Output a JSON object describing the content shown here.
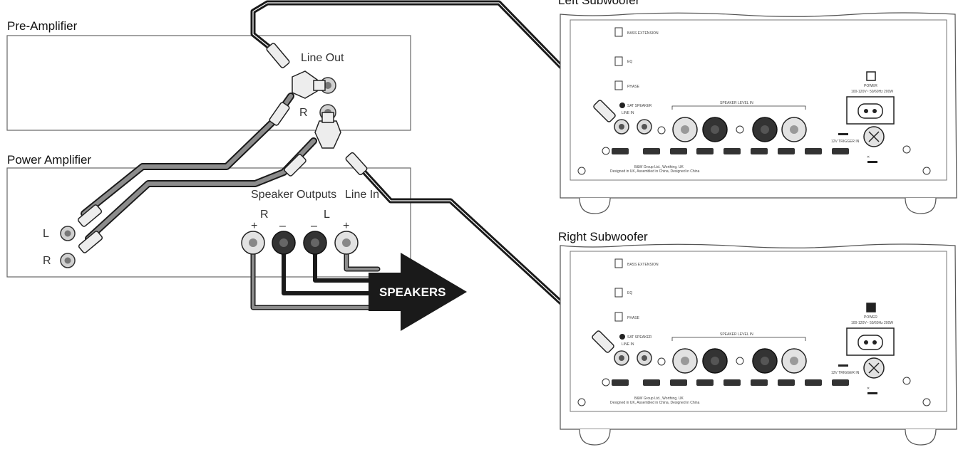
{
  "pre_amp": {
    "title": "Pre-Amplifier",
    "line_out": "Line Out",
    "r": "R"
  },
  "power_amp": {
    "title": "Power Amplifier",
    "speaker_outputs": "Speaker Outputs",
    "line_in": "Line In",
    "r": "R",
    "l": "L",
    "in_l": "L",
    "in_r": "R",
    "plus": "+",
    "minus": "–"
  },
  "speakers": {
    "label": "SPEAKERS"
  },
  "left_sub": {
    "title": "Left Subwoofer",
    "bass_extension": "BASS EXTENSION",
    "eq": "EQ",
    "phase": "PHASE",
    "sat_speaker": "SAT SPEAKER",
    "line_in": "LINE IN",
    "speaker_level_in": "SPEAKER LEVEL IN",
    "power": "POWER",
    "power_ratings": "100-120V~ 50/60Hz 200W",
    "trigger": "12V TRIGGER IN",
    "made_in": "B&W Group Ltd., Worthing, UK",
    "designed": "Designed in UK, Assembled in China, Designed in China"
  },
  "right_sub": {
    "title": "Right Subwoofer",
    "bass_extension": "BASS EXTENSION",
    "eq": "EQ",
    "phase": "PHASE",
    "sat_speaker": "SAT SPEAKER",
    "line_in": "LINE IN",
    "speaker_level_in": "SPEAKER LEVEL IN",
    "power": "POWER",
    "power_ratings": "100-120V~ 50/60Hz 200W",
    "trigger": "12V TRIGGER IN",
    "made_in": "B&W Group Ltd., Worthing, UK",
    "designed": "Designed in UK, Assembled in China, Designed in China"
  },
  "colors": {
    "black_cable": "#1a1a1a",
    "grey_cable": "#8c8c8c",
    "outline": "#555555"
  }
}
